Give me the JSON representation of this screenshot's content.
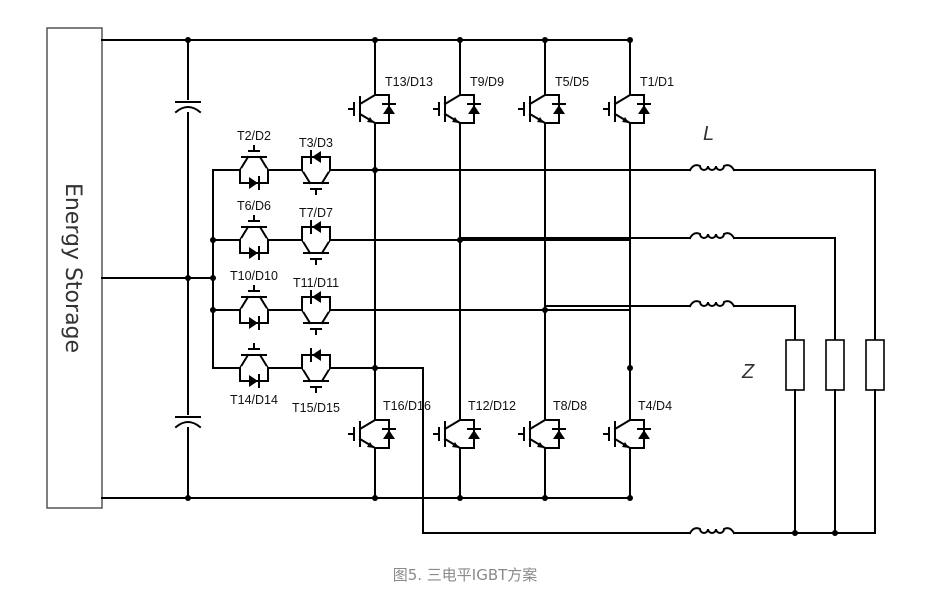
{
  "diagram": {
    "title": "三电平IGBT方案",
    "energy_storage_label": "Energy Storage",
    "inductor_label": "L",
    "load_label": "Z",
    "upper_switches": [
      "T13/D13",
      "T9/D9",
      "T5/D5",
      "T1/D1"
    ],
    "lower_switches": [
      "T16/D16",
      "T12/D12",
      "T8/D8",
      "T4/D4"
    ],
    "neutral_switches_left": [
      "T2/D2",
      "T6/D6",
      "T10/D10",
      "T14/D14"
    ],
    "neutral_switches_right": [
      "T3/D3",
      "T7/D7",
      "T11/D11",
      "T15/D15"
    ],
    "components": {
      "capacitors": 2,
      "inductors": 4,
      "load_resistors": 3,
      "bridge_legs": 4
    }
  },
  "caption": "图5. 三电平IGBT方案"
}
